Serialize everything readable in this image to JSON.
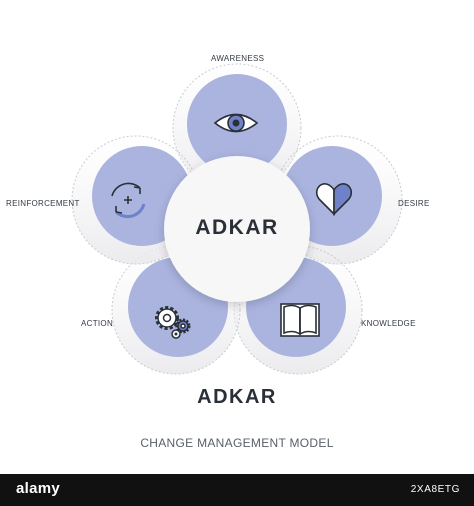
{
  "diagram": {
    "center_title": "ADKAR",
    "petals": [
      {
        "label": "AWARENESS",
        "icon": "eye-icon"
      },
      {
        "label": "DESIRE",
        "icon": "heart-icon"
      },
      {
        "label": "KNOWLEDGE",
        "icon": "book-icon"
      },
      {
        "label": "ACTION",
        "icon": "gears-icon"
      },
      {
        "label": "REINFORCEMENT",
        "icon": "refresh-plus-icon"
      }
    ]
  },
  "title": "ADKAR",
  "subtitle": "CHANGE MANAGEMENT MODEL",
  "footer": {
    "logo": "alamy",
    "image_code": "2XA8ETG"
  },
  "colors": {
    "petal_fill": "#aab4df",
    "petal_dark": "#8a97cc",
    "center_fill": "#f7f7f8",
    "dashed_ring": "#c9cbd1",
    "icon_stroke": "#2b3038",
    "footer_bg": "#111111"
  }
}
